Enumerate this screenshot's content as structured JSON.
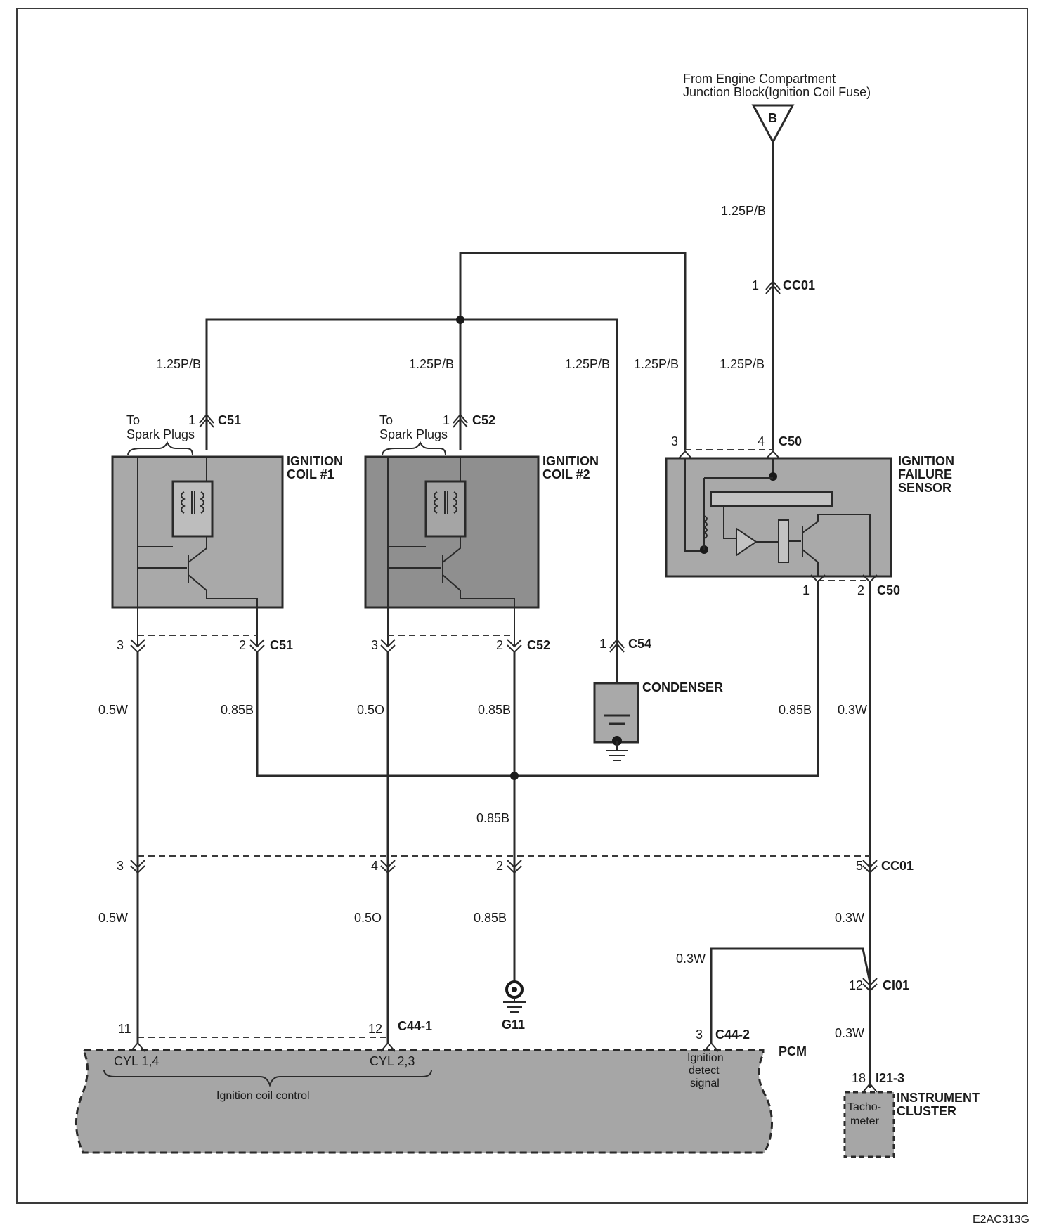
{
  "source": {
    "line1": "From Engine Compartment",
    "line2": "Junction Block(Ignition Coil Fuse)",
    "terminal": "B"
  },
  "wires": {
    "w125_top": "1.25P/B",
    "w125_coil1": "1.25P/B",
    "w125_coil2": "1.25P/B",
    "w125_cond": "1.25P/B",
    "w125_sens3": "1.25P/B",
    "w125_sens4": "1.25P/B",
    "w05w_a": "0.5W",
    "w085b_a": "0.85B",
    "w05o_a": "0.5O",
    "w085b_b": "0.85B",
    "w085b_c": "0.85B",
    "w03w_a": "0.3W",
    "w085b_d": "0.85B",
    "w05w_b": "0.5W",
    "w05o_b": "0.5O",
    "w085b_e": "0.85B",
    "w03w_b": "0.3W",
    "w03w_c": "0.3W",
    "w03w_d": "0.3W"
  },
  "connectors": {
    "cc01_top": "CC01",
    "c51_top": "C51",
    "c52_top": "C52",
    "c50_top": "C50",
    "c50_bot": "C50",
    "c51_bot": "C51",
    "c52_bot": "C52",
    "c54": "C54",
    "cc01_bot": "CC01",
    "ci01": "CI01",
    "c44_1": "C44-1",
    "c44_2": "C44-2",
    "i21_3": "I21-3"
  },
  "pins": {
    "cc01_1": "1",
    "c51_1": "1",
    "c52_1": "1",
    "c50_3": "3",
    "c50_4": "4",
    "c50_1": "1",
    "c50_2": "2",
    "c51_3": "3",
    "c51_2": "2",
    "c52_3": "3",
    "c52_2": "2",
    "c54_1": "1",
    "cc01_3": "3",
    "cc01_4": "4",
    "cc01_2": "2",
    "cc01_5": "5",
    "ci01_12": "12",
    "c44_11": "11",
    "c44_12": "12",
    "c44_3": "3",
    "i21_18": "18"
  },
  "components": {
    "coil1_to1": "To",
    "coil1_to2": "Spark Plugs",
    "coil1_name1": "IGNITION",
    "coil1_name2": "COIL #1",
    "coil2_to1": "To",
    "coil2_to2": "Spark Plugs",
    "coil2_name1": "IGNITION",
    "coil2_name2": "COIL #2",
    "sensor_name1": "IGNITION",
    "sensor_name2": "FAILURE",
    "sensor_name3": "SENSOR",
    "condenser": "CONDENSER",
    "ground": "G11",
    "pcm": "PCM",
    "cyl14": "CYL 1,4",
    "cyl23": "CYL 2,3",
    "coil_control": "Ignition coil control",
    "detect1": "Ignition",
    "detect2": "detect",
    "detect3": "signal",
    "tacho1": "Tacho-",
    "tacho2": "meter",
    "cluster1": "INSTRUMENT",
    "cluster2": "CLUSTER"
  },
  "figure_code": "E2AC313G"
}
